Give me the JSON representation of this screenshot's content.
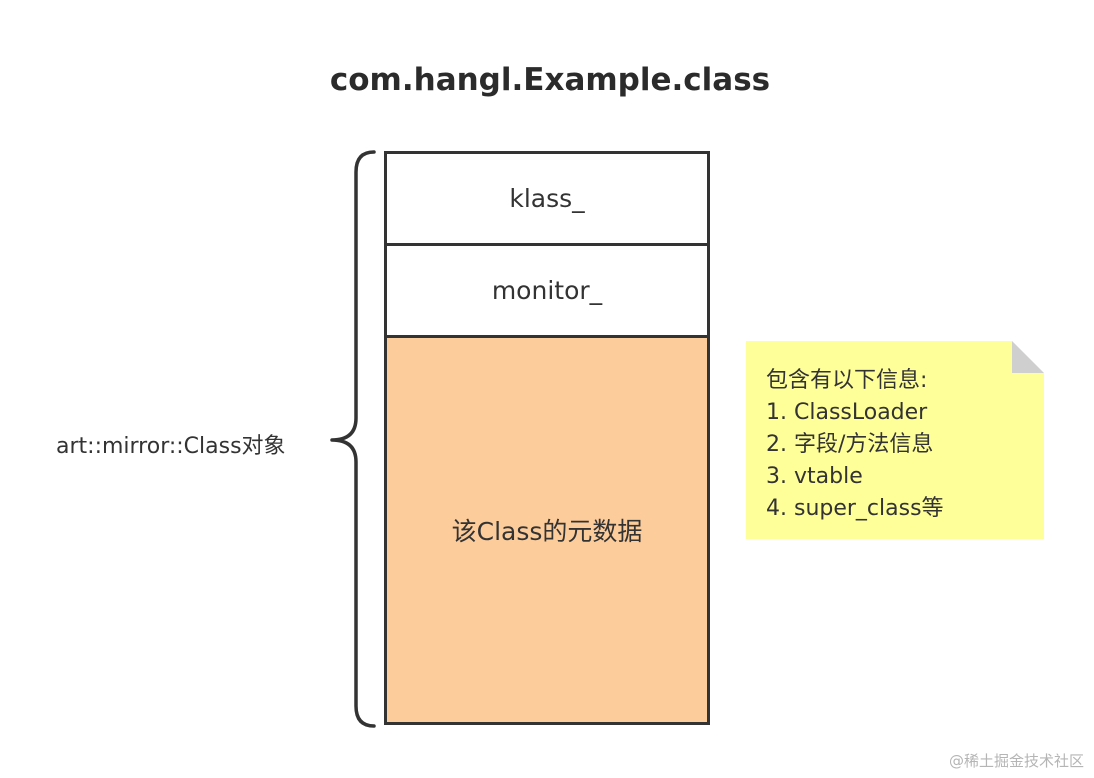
{
  "title": "com.hangl.Example.class",
  "structure": {
    "fields": [
      "klass_",
      "monitor_",
      "该Class的元数据"
    ]
  },
  "brace_label": "art::mirror::Class对象",
  "note": {
    "heading": "包含有以下信息:",
    "items": [
      "1. ClassLoader",
      "2. 字段/方法信息",
      "3. vtable",
      "4. super_class等"
    ]
  },
  "watermark": "@稀土掘金技术社区",
  "colors": {
    "metadata_fill": "#fdcc9b",
    "note_fill": "#ffff99",
    "stroke": "#333333"
  }
}
